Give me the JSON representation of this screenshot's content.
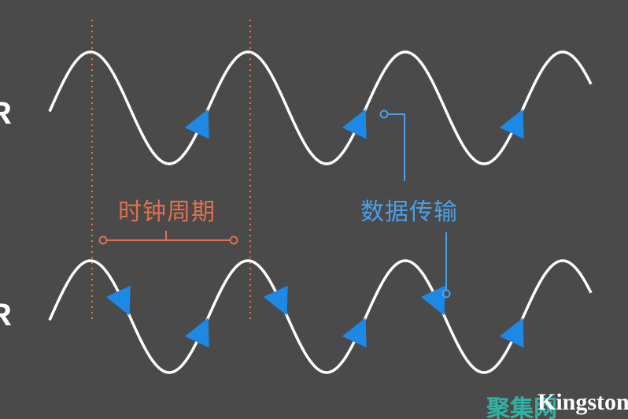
{
  "rows": [
    {
      "side_label": "R",
      "arrows": "rising"
    },
    {
      "side_label": "R",
      "arrows": "both"
    }
  ],
  "labels": {
    "clock_period": "时钟周期",
    "data_transfer": "数据传输"
  },
  "watermark": {
    "cn": "聚集网",
    "brand": "Kingston"
  },
  "colors": {
    "background": "#4a4a4a",
    "wave": "#ffffff",
    "arrow": "#1e88e5",
    "clock": "#e0704f",
    "data": "#4a9fe8"
  }
}
